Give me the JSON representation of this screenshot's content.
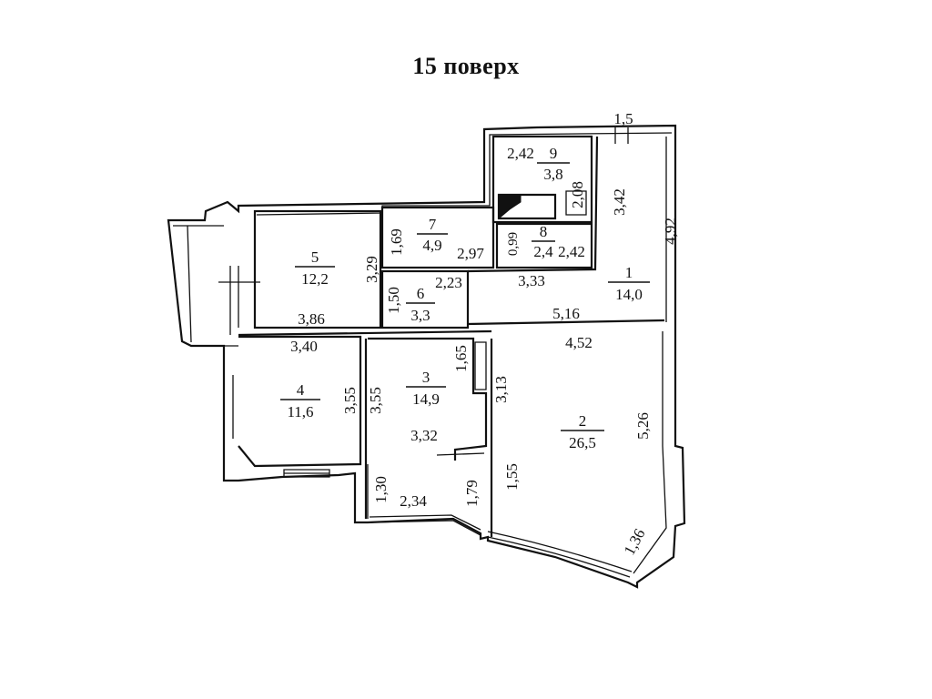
{
  "title": "15 поверх",
  "rooms": [
    {
      "number": "1",
      "area": "14,0"
    },
    {
      "number": "2",
      "area": "26,5"
    },
    {
      "number": "3",
      "area": "14,9"
    },
    {
      "number": "4",
      "area": "11,6"
    },
    {
      "number": "5",
      "area": "12,2"
    },
    {
      "number": "6",
      "area": "3,3"
    },
    {
      "number": "7",
      "area": "4,9"
    },
    {
      "number": "8",
      "area": "2,4"
    },
    {
      "number": "9",
      "area": "3,8"
    }
  ],
  "dimensions": [
    "1,5",
    "2,42",
    "2,08",
    "3,42",
    "4,92",
    "1,69",
    "2,97",
    "0,99",
    "2,42",
    "3,29",
    "2,23",
    "3,33",
    "1,50",
    "3,86",
    "5,16",
    "3,40",
    "4,52",
    "1,65",
    "3,55",
    "3,55",
    "3,13",
    "5,26",
    "3,32",
    "1,30",
    "1,79",
    "1,55",
    "2,34",
    "1,36"
  ]
}
